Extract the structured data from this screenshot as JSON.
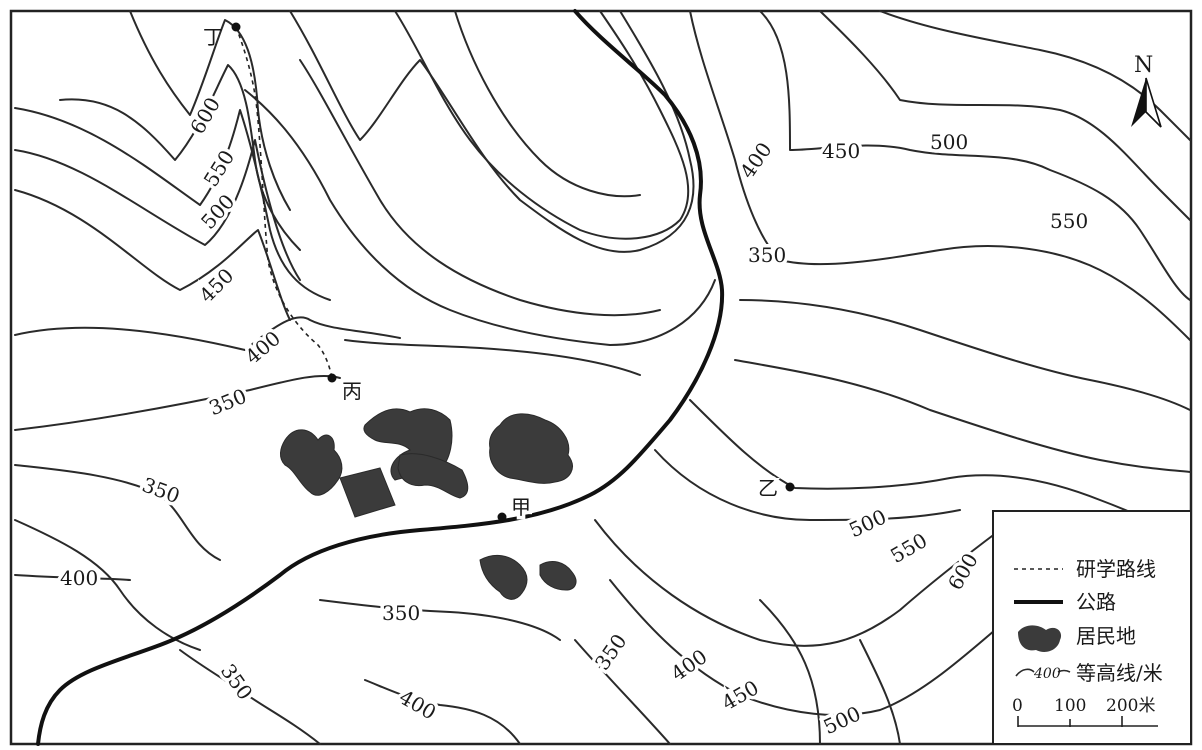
{
  "north_label": "N",
  "points": {
    "jia": "甲",
    "yi": "乙",
    "bing": "丙",
    "ding": "丁"
  },
  "contour_values": [
    600,
    550,
    500,
    450,
    400,
    350
  ],
  "contour_labels": [
    "600",
    "550",
    "500",
    "450",
    "400",
    "350",
    "400",
    "450",
    "500",
    "550",
    "350",
    "350",
    "400",
    "350",
    "350",
    "400",
    "350",
    "400",
    "450",
    "500",
    "500",
    "550",
    "600"
  ],
  "legend": {
    "route": "研学路线",
    "road": "公路",
    "settlement": "居民地",
    "contour": "等高线/米",
    "contour_sample": "400"
  },
  "scale_bar": {
    "ticks": [
      "0",
      "100",
      "200米"
    ]
  },
  "colors": {
    "line": "#2a2a2a",
    "settlement": "#3b3b3b",
    "background": "#ffffff"
  }
}
